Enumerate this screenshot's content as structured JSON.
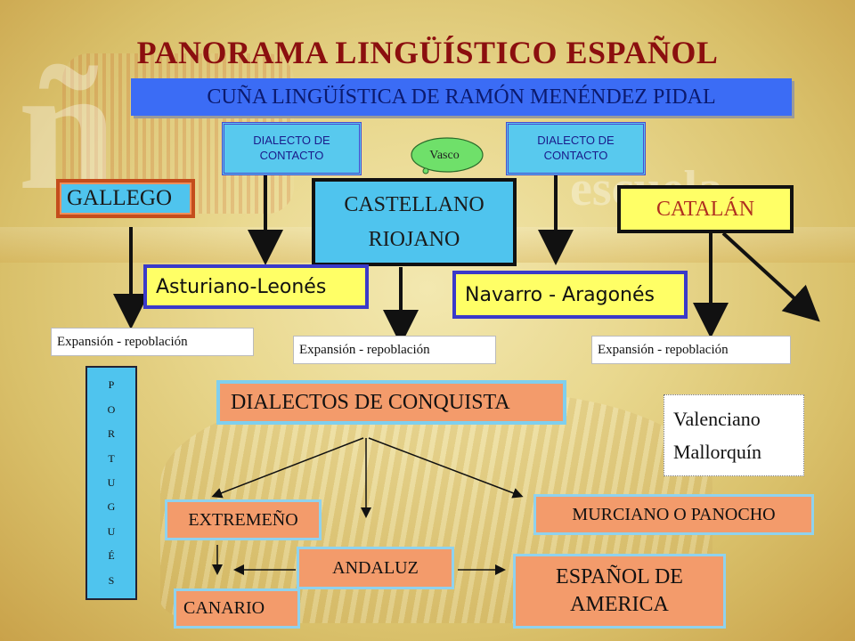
{
  "title": "PANORAMA LINGÜÍSTICO ESPAÑOL",
  "banner": "CUÑA LINGÜÍSTICA DE RAMÓN MENÉNDEZ PIDAL",
  "background": {
    "watermark_letter": "ñ",
    "watermark_text": "escuela"
  },
  "contact_left": [
    "DIALECTO DE",
    "CONTACTO"
  ],
  "contact_right": [
    "DIALECTO DE",
    "CONTACTO"
  ],
  "vasco": "Vasco",
  "gallego": "GALLEGO",
  "castellano": "CASTELLANO",
  "riojano": "RIOJANO",
  "catalan": "CATALÁN",
  "asturiano": "Asturiano-Leonés",
  "navarro": "Navarro - Aragonés",
  "expansion_1": "Expansión - repoblación",
  "expansion_2": "Expansión - repoblación",
  "expansion_3": "Expansión - repoblación",
  "portugues_letters": [
    "P",
    "O",
    "R",
    "T",
    "U",
    "G",
    "U",
    "É",
    "S"
  ],
  "dialectos_conquista": "DIALECTOS DE CONQUISTA",
  "valenciano": "Valenciano",
  "mallorquin": "Mallorquín",
  "extremeno": "EXTREMEÑO",
  "murciano": "MURCIANO O PANOCHO",
  "andaluz": "ANDALUZ",
  "canario": "CANARIO",
  "espanol_america": [
    "ESPAÑOL DE",
    "AMERICA"
  ],
  "colors": {
    "title": "#8b0f0f",
    "banner": "#3b6cf5",
    "cyan": "#4fc4ee",
    "yellow": "#ffff66",
    "salmon": "#f39b6b"
  }
}
